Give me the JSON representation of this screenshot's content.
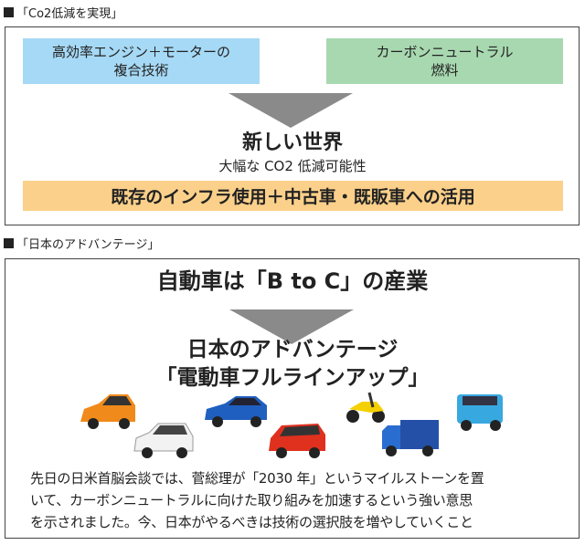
{
  "section1": {
    "label": "「Co2低減を実現」",
    "box_left": [
      "高効率エンジン＋モーターの",
      "複合技術"
    ],
    "box_right": [
      "カーボンニュートラル",
      "燃料"
    ],
    "heading": "新しい世界",
    "subheading": "大幅な CO2 低減可能性",
    "bar": "既存のインフラ使用＋中古車・既販車への活用",
    "colors": {
      "blue": "#a6d9f5",
      "green": "#a8d8b0",
      "orange": "#fbd08a",
      "arrow": "#8a8a8a"
    }
  },
  "section2": {
    "label": "「日本のアドバンテージ」",
    "heading": "自動車は「B to C」の産業",
    "title_lines": [
      "日本のアドバンテージ",
      "「電動車フルラインアップ」"
    ],
    "vehicles": [
      "orange-hatchback",
      "white-suv",
      "blue-sedan",
      "red-minivan",
      "yellow-scooter",
      "blue-truck",
      "cyan-kei-suv"
    ],
    "paragraph": [
      "先日の日米首脳会談では、菅総理が「2030 年」というマイルストーンを置",
      "いて、カーボンニュートラルに向けた取り組みを加速するという強い意思",
      "を示されました。今、日本がやるべきは技術の選択肢を増やしていくこと"
    ]
  }
}
